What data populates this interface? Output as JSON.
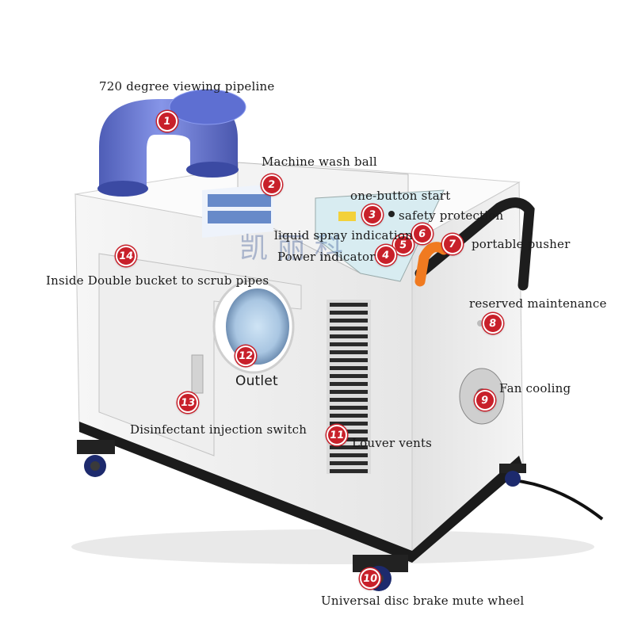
{
  "labels": {
    "pipeline": "720 degree viewing pipeline",
    "wash_ball": "Machine wash ball",
    "one_button_start": "one-button start",
    "safety_protection": "safety protection",
    "liquid_spray": "liquid spray indication",
    "power_indicator": "Power indicator",
    "portable_pusher": "portable pusher",
    "inside_bucket": "Inside Double bucket to scrub pipes",
    "reserved_maintenance": "reserved maintenance",
    "outlet": "Outlet",
    "fan_cooling": "Fan cooling",
    "disinfectant_switch": "Disinfectant injection switch",
    "louver_vents": "Louver vents",
    "wheel": "Universal disc brake mute wheel"
  },
  "callouts": {
    "n1": "1",
    "n2": "2",
    "n3": "3",
    "n4": "4",
    "n5": "5",
    "n6": "6",
    "n7": "7",
    "n8": "8",
    "n9": "9",
    "n10": "10",
    "n11": "11",
    "n12": "12",
    "n13": "13",
    "n14": "14"
  },
  "colors": {
    "callout": "#c8202a",
    "pipe": "#5b6fd0",
    "body": "#f2f2f2",
    "handle": "#222222",
    "orange": "#f07a20"
  }
}
